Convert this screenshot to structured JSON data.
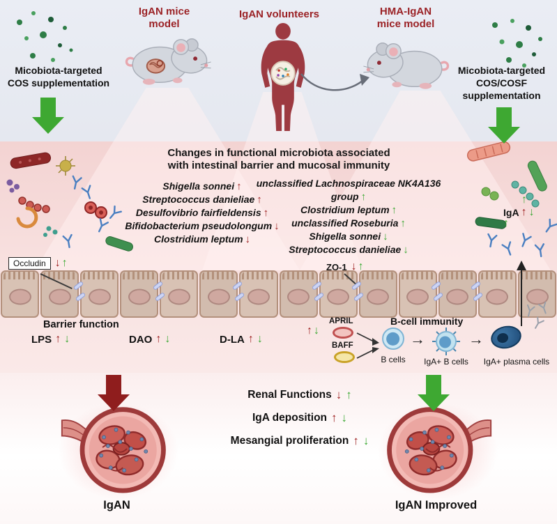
{
  "colors": {
    "disease_red": "#9b1c1c",
    "improve_green": "#3aa832",
    "heading_red": "#9b2226",
    "big_arrow_red": "#8f1d1d",
    "big_arrow_green": "#3ea832"
  },
  "icons": {
    "arrow_up": "↑",
    "arrow_down": "↓",
    "arrow_right": "→"
  },
  "top": {
    "left_model": {
      "line1": "IgAN mice",
      "line2": "model"
    },
    "center_model": "IgAN volunteers",
    "right_model": {
      "line1": "HMA-IgAN",
      "line2": "mice model"
    },
    "left_supplement": {
      "line1": "Micobiota-targeted",
      "line2": "COS supplementation"
    },
    "right_supplement": {
      "line1": "Micobiota-targeted",
      "line2": "COS/COSF",
      "line3": "supplementation"
    }
  },
  "microbiota": {
    "title": {
      "line1": "Changes in functional microbiota associated",
      "line2": "with intestinal barrier and mucosal immunity"
    },
    "left_species": [
      {
        "name": "Shigella sonnei",
        "arrow": "↑"
      },
      {
        "name": "Streptococcus danieliae",
        "arrow": "↑"
      },
      {
        "name": "Desulfovibrio fairfieldensis",
        "arrow": "↑"
      },
      {
        "name": "Bifidobacterium pseudolongum",
        "arrow": "↓"
      },
      {
        "name": "Clostridium leptum",
        "arrow": "↓"
      }
    ],
    "right_species": [
      {
        "name": "unclassified Lachnospiraceae NK4A136 group",
        "arrow": "↑"
      },
      {
        "name": "Clostridium leptum",
        "arrow": "↑"
      },
      {
        "name": "unclassified Roseburia",
        "arrow": "↑"
      },
      {
        "name": "Shigella sonnei",
        "arrow": "↓"
      },
      {
        "name": "Streptococcus danieliae",
        "arrow": "↓"
      }
    ],
    "floating_green_up": "↑",
    "iga": {
      "label": "IgA",
      "red_arrow": "↑",
      "green_arrow": "↓"
    }
  },
  "barrier": {
    "occludin": {
      "label": "Occludin",
      "red_arrow": "↓",
      "green_arrow": "↑"
    },
    "zo1": {
      "label": "ZO-1",
      "red_arrow": "↓",
      "green_arrow": "↑"
    },
    "function_label": "Barrier function",
    "markers": [
      {
        "label": "LPS",
        "red_arrow": "↑",
        "green_arrow": "↓"
      },
      {
        "label": "DAO",
        "red_arrow": "↑",
        "green_arrow": "↓"
      },
      {
        "label": "D-LA",
        "red_arrow": "↑",
        "green_arrow": "↓"
      }
    ],
    "cytokine_arrows": {
      "red_arrow": "↑",
      "green_arrow": "↓"
    }
  },
  "immunity": {
    "april": "APRIL",
    "baff": "BAFF",
    "title": "B-cell immunity",
    "b_cells": "B cells",
    "iga_b_cells": "IgA+ B cells",
    "iga_plasma_cells": "IgA+ plasma cells"
  },
  "outcomes": {
    "items": [
      {
        "label": "Renal Functions",
        "red_arrow": "↓",
        "green_arrow": "↑"
      },
      {
        "label": "IgA deposition",
        "red_arrow": "↑",
        "green_arrow": "↓"
      },
      {
        "label": "Mesangial proliferation",
        "red_arrow": "↑",
        "green_arrow": "↓"
      }
    ],
    "left_kidney_label": "IgAN",
    "right_kidney_label": "IgAN Improved"
  }
}
